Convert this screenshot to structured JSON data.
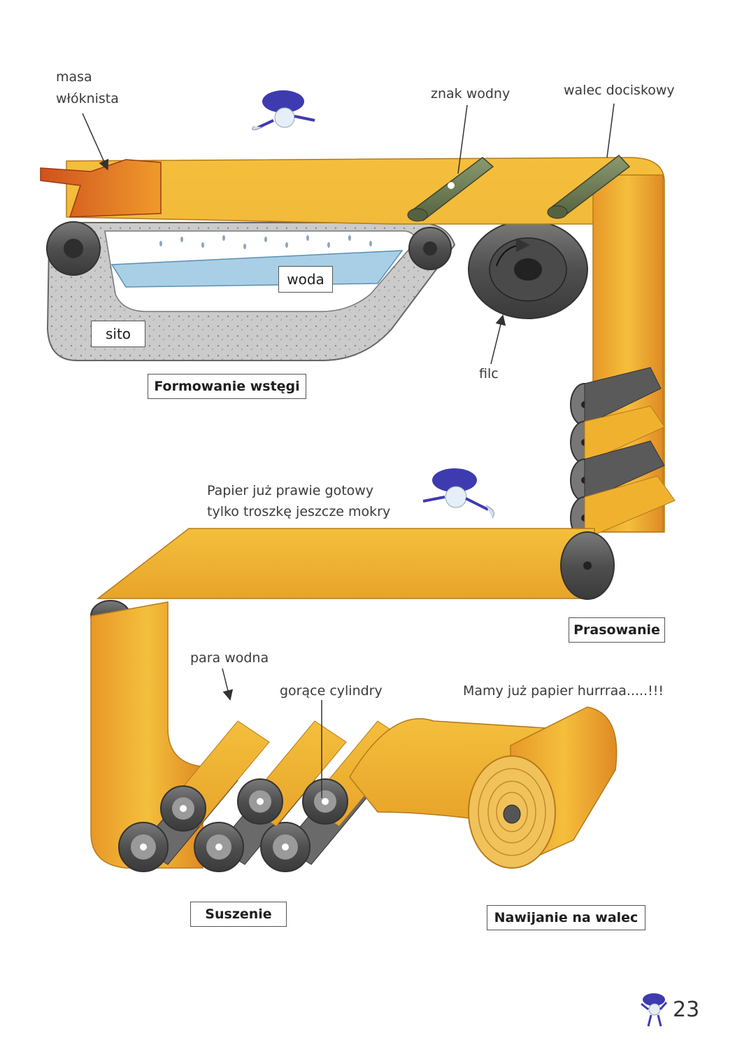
{
  "labels": {
    "masa": "masa",
    "wloknista": "włóknista",
    "znak_wodny": "znak wodny",
    "walec_dociskowy": "walec dociskowy",
    "woda": "woda",
    "sito": "sito",
    "filc": "filc",
    "papier_line1": "Papier już prawie gotowy",
    "papier_line2": "tylko troszkę jeszcze mokry",
    "para_wodna": "para wodna",
    "gorace_cylindry": "gorące cylindry",
    "mamy_papier": "Mamy już papier hurrraa.....!!!"
  },
  "stages": {
    "formowanie": "Formowanie wstęgi",
    "prasowanie": "Prasowanie",
    "suszenie": "Suszenie",
    "nawijanie": "Nawijanie na walec"
  },
  "page_number": "23",
  "colors": {
    "paper": "#f0b22e",
    "paper_dark": "#d9781e",
    "pulp": "#d35a1e",
    "roller": "#5e5e5e",
    "roller_green": "#6e7d55",
    "wire": "#c9c9c9",
    "water": "#a9cfe6",
    "mascot": "#3e3bb0"
  },
  "icons": [
    "mascot-icon",
    "mascot-icon",
    "mascot-small-icon"
  ]
}
